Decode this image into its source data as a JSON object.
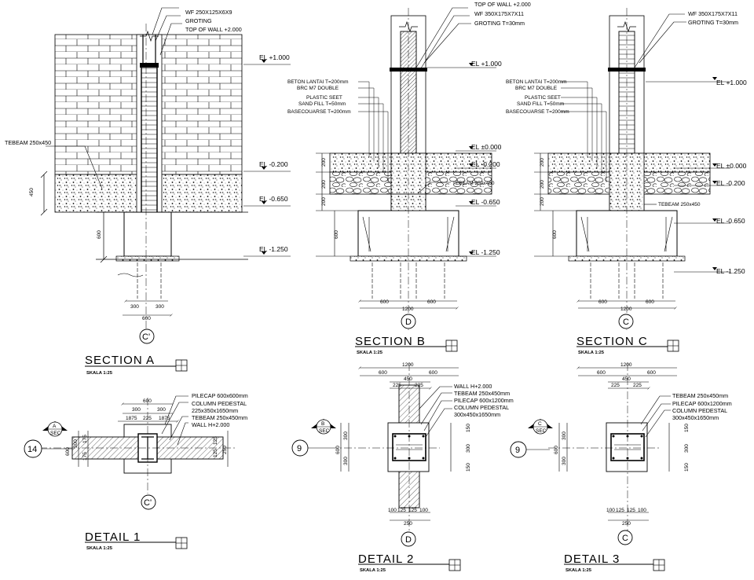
{
  "sections": {
    "a": {
      "title": "SECTION  A",
      "scale": "SKALA 1:25",
      "notes": [
        "WF  250X125X6X9",
        "GROTING",
        "TOP  OF  WALL  +2.000"
      ],
      "tebeam": "TEBEAM  250x450",
      "levels": [
        "EL  +1.000",
        "EL  -0.200",
        "EL  -0.650",
        "EL  -1.250"
      ],
      "dims": [
        "450",
        "600",
        "300",
        "300",
        "600"
      ],
      "grid": "C'"
    },
    "b": {
      "title": "SECTION  B",
      "scale": "SKALA 1:25",
      "notes": [
        "TOP  OF  WALL  +2.000",
        "WF  350X175X7X11",
        "GROTING  T=30mm"
      ],
      "layers": [
        "BETON LANTAI T=200mm",
        "BRC M7 DOUBLE",
        "PLASTIC SEET",
        "SAND FILL T=50mm",
        "BASECOUARSE T=200mm"
      ],
      "tebeam": "TEBEAM  250x450",
      "levels": [
        "EL  +1.000",
        "EL  ±0.000",
        "EL  -0.200",
        "EL  -0.650",
        "EL  -1.250"
      ],
      "dims": [
        "200",
        "200",
        "200",
        "600",
        "600",
        "600",
        "1200"
      ],
      "grid": "D"
    },
    "c": {
      "title": "SECTION  C",
      "scale": "SKALA 1:25",
      "notes": [
        "WF  350X175X7X11",
        "GROTING  T=30mm"
      ],
      "layers": [
        "BETON LANTAI T=200mm",
        "BRC M7 DOUBLE",
        "PLASTIC SEET",
        "SAND FILL T=50mm",
        "BASECOUARSE T=200mm"
      ],
      "tebeam": "TEBEAM  250x450",
      "levels": [
        "EL  +1.000",
        "EL  ±0.000",
        "EL  -0.200",
        "EL  -0.650",
        "EL  -1.250"
      ],
      "dims": [
        "200",
        "200",
        "200",
        "600",
        "600",
        "600",
        "1200"
      ],
      "grid": "C"
    }
  },
  "details": {
    "d1": {
      "title": "DETAIL  1",
      "scale": "SKALA 1:25",
      "notes": [
        "PILECAP  600x600mm",
        "COLUMN  PEDESTAL",
        "225x350x1650mm",
        "TEBEAM  250x450mm",
        "WALL  H+2.000"
      ],
      "dims_top": [
        "600",
        "300",
        "300",
        "1875",
        "225",
        "1875"
      ],
      "dims_side": [
        "300",
        "175",
        "175",
        "125",
        "125",
        "250",
        "600"
      ],
      "axis": "14",
      "grid": "C'",
      "marker": [
        "A",
        "SEC"
      ]
    },
    "d2": {
      "title": "DETAIL  2",
      "scale": "SKALA 1:25",
      "notes": [
        "WALL  H+2.000",
        "TEBEAM  250x450mm",
        "PILECAP  600x1200mm",
        "COLUMN  PEDESTAL",
        "300x450x1650mm"
      ],
      "dims_top": [
        "1200",
        "600",
        "600",
        "450",
        "225",
        "225"
      ],
      "dims_side": [
        "300",
        "300",
        "600",
        "150",
        "300",
        "150"
      ],
      "dims_bottom": [
        "100",
        "125",
        "125",
        "100",
        "250"
      ],
      "axis": "9",
      "grid": "D",
      "marker": [
        "B",
        "SEC"
      ]
    },
    "d3": {
      "title": "DETAIL  3",
      "scale": "SKALA 1:25",
      "notes": [
        "TEBEAM  250x450mm",
        "PILECAP  600x1200mm",
        "COLUMN  PEDESTAL",
        "300x450x1650mm"
      ],
      "dims_top": [
        "1200",
        "600",
        "600",
        "450",
        "225",
        "225"
      ],
      "dims_side": [
        "300",
        "300",
        "600",
        "150",
        "300",
        "150"
      ],
      "dims_bottom": [
        "100",
        "125",
        "125",
        "100",
        "250"
      ],
      "axis": "9",
      "grid": "C",
      "marker": [
        "C",
        "SEC"
      ]
    }
  }
}
